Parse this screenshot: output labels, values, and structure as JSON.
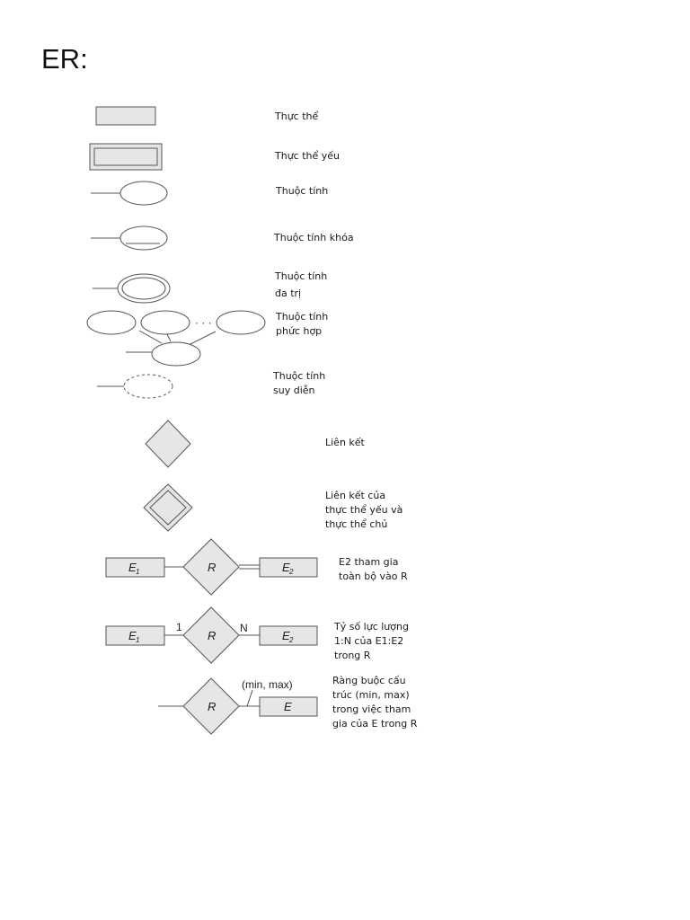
{
  "title": "ER:",
  "legend": {
    "entity": "Thực thể",
    "weak_entity": "Thực thể yếu",
    "attribute": "Thuộc tính",
    "key_attribute": "Thuộc tính khóa",
    "multivalued_attribute": "Thuộc tính\nđa trị",
    "composite_attribute": "Thuộc tính\nphức hợp",
    "derived_attribute": "Thuộc tính\nsuy diễn",
    "relationship": "Liên kết",
    "identifying_relationship": "Liên kết của\nthực thể yếu và\nthực thể chủ",
    "total_participation": "E2 tham gia\ntoàn bộ vào R",
    "cardinality_ratio": "Tỷ số lực lượng\n1:N của E1:E2\ntrong R",
    "min_max": "Ràng buộc cấu\ntrúc (min, max)\ntrong việc tham\ngia của E trong R"
  },
  "diagram_labels": {
    "composite_ellipsis": "· · ·",
    "relation_name": "R",
    "entity_e": "E",
    "entity_e1_base": "E",
    "entity_e1_sub": "1",
    "entity_e2_base": "E",
    "entity_e2_sub": "2",
    "card_one": "1",
    "card_many": "N",
    "min_max_label": "(min, max)"
  }
}
